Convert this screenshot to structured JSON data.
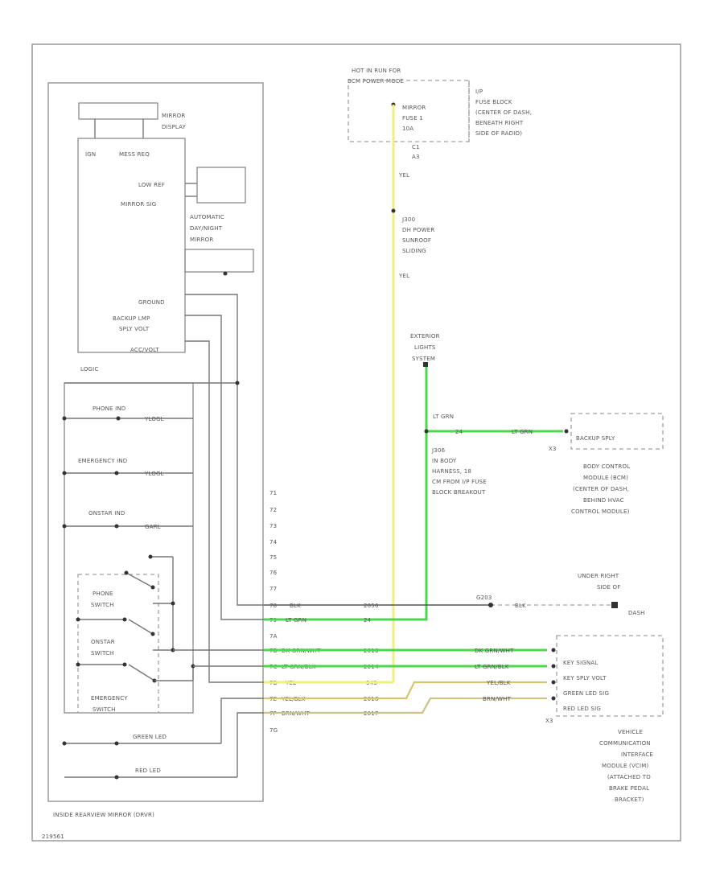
{
  "diagram": {
    "mirror": {
      "display": [
        "MIRROR",
        "DISPLAY"
      ],
      "ign": "IGN",
      "mess_req": "MESS REQ",
      "low_ref": "LOW REF",
      "mirror_sig": "MIRROR SIG",
      "auto_dimming": [
        "AUTOMATIC",
        "DAY/NIGHT",
        "MIRROR"
      ],
      "ground": "GROUND",
      "backup_lamp": [
        "BACKUP LMP",
        "SPLY VOLT"
      ],
      "acc_volt": "ACC/VOLT",
      "logic": "LOGIC",
      "phone_ind": "PHONE IND",
      "phone_ind_wire": "YLOGL",
      "emergency_ind": "EMERGENCY IND",
      "emergency_ind_wire": "YLOGL",
      "onstar_ind": "ONSTAR IND",
      "onstar_ind_wire": "GARL",
      "phone_switch": [
        "PHONE",
        "SWITCH"
      ],
      "onstar_switch": [
        "ONSTAR",
        "SWITCH"
      ],
      "emergency_switch": [
        "EMERGENCY",
        "SWITCH"
      ],
      "green_led": "GREEN LED",
      "red_led": "RED LED",
      "label": "INSIDE REARVIEW MIRROR (DRVR)"
    },
    "pins": [
      "71",
      "72",
      "73",
      "74",
      "75",
      "76",
      "77",
      "78",
      "79",
      "7A",
      "7B",
      "7C",
      "7D",
      "7E",
      "7F",
      "7G"
    ],
    "fuse_block": {
      "header": [
        "HOT IN RUN FOR",
        "BCM POWER MODE"
      ],
      "fuse": [
        "MIRROR",
        "FUSE 1",
        "10A"
      ],
      "location": [
        "I/P",
        "FUSE BLOCK",
        "(CENTER OF DASH,",
        "BENEATH RIGHT",
        "SIDE OF RADIO)"
      ],
      "pins": [
        "C1",
        "A3"
      ]
    },
    "splice_upper": [
      "J300",
      "DH POWER",
      "SUNROOF",
      "SLIDING"
    ],
    "exterior_lights": [
      "EXTERIOR",
      "LIGHTS",
      "SYSTEM"
    ],
    "splice_lower": [
      "J306",
      "IN BODY",
      "HARNESS, 18",
      "CM FROM I/P FUSE",
      "BLOCK BREAKOUT"
    ],
    "bcm": {
      "pin": "X3",
      "pin_label": "BACKUP SPLY",
      "wire": "LT GRN",
      "label": [
        "BODY CONTROL",
        "MODULE (BCM)",
        "(CENTER OF DASH,",
        "BEHIND HVAC",
        "CONTROL MODULE)"
      ]
    },
    "ground_loc": [
      "UNDER RIGHT",
      "SIDE OF",
      "DASH"
    ],
    "vcim": {
      "pins": [
        "KEY SIGNAL",
        "KEY SPLY VOLT",
        "GREEN LED SIG",
        "RED LED SIG"
      ],
      "label": [
        "VEHICLE",
        "COMMUNICATION",
        "INTERFACE",
        "MODULE (VCIM)",
        "(ATTACHED TO",
        "BRAKE PEDAL",
        "BRACKET)"
      ],
      "conn": "X3"
    },
    "wires": [
      {
        "color": "BLK",
        "circuit": "2050"
      },
      {
        "color": "LT GRN",
        "circuit": "24"
      },
      {
        "color": "DK GRN/WHT",
        "circuit": "2016"
      },
      {
        "color": "LT GRN/BLK",
        "circuit": "2014"
      },
      {
        "color": "YEL",
        "circuit": "543"
      },
      {
        "color": "YEL/BLK",
        "circuit": "2018"
      },
      {
        "color": "BRN/WHT",
        "circuit": "2017"
      }
    ],
    "wire_labels": {
      "yel_v": "YEL",
      "ltgrn_v": "LT GRN",
      "circ_24": "24",
      "g_bus": "G203",
      "blk_right": "BLK"
    },
    "footer_id": "219561"
  }
}
